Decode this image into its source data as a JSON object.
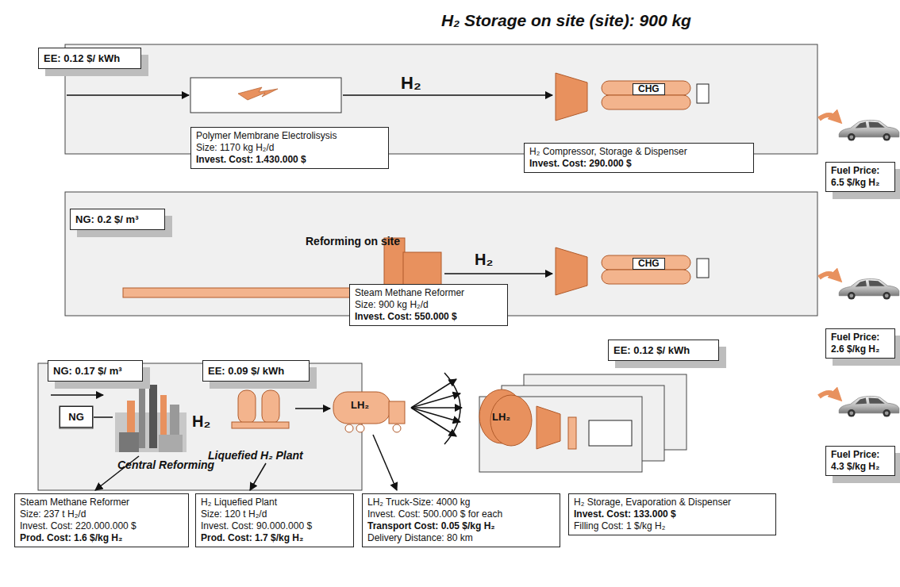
{
  "diagram": {
    "title": "H₂ Storage on site (site): 900 kg",
    "nodes": [
      {
        "text": [
          "EE: 0.12 $/ kWh"
        ]
      },
      {
        "text": [
          "Polymer Membrane Electrolisysis",
          "Size: 1170 kg H₂/d",
          "Invest. Cost: 1.430.000 $"
        ]
      },
      {
        "text": [
          "H₂ Compressor, Storage & Dispenser",
          "Invest. Cost: 290.000 $"
        ]
      },
      {
        "text": [
          "Fuel Price:",
          "6.5 $/kg H₂"
        ]
      },
      {
        "text": [
          "NG: 0.2 $/ m³"
        ]
      },
      {
        "text": [
          "Steam Methane Reformer",
          "Size: 900 kg H₂/d",
          "Invest. Cost: 550.000 $"
        ]
      },
      {
        "text": [
          "Fuel Price:",
          "2.6 $/kg H₂"
        ]
      },
      {
        "text": [
          "EE: 0.12 $/ kWh"
        ]
      },
      {
        "text": [
          "NG: 0.17 $/ m³"
        ]
      },
      {
        "text": [
          "EE: 0.09 $/ kWh"
        ]
      },
      {
        "text": [
          "NG"
        ]
      },
      {
        "text": [
          "Steam Methane Reformer",
          "Size: 237 t H₂/d",
          "Invest. Cost: 220.000.000 $",
          "Prod. Cost: 1.6 $/kg H₂"
        ]
      },
      {
        "text": [
          "H₂ Liquefied Plant",
          "Size: 120 t H₂/d",
          "Invest. Cost: 90.000.000 $",
          "Prod. Cost: 1.7 $/kg H₂"
        ]
      },
      {
        "text": [
          "LH₂ Truck-Size: 4000 kg",
          "Invest. Cost: 500.000 $ for each",
          "Transport Cost: 0.05 $/kg H₂",
          "Delivery Distance: 80 km"
        ]
      },
      {
        "text": [
          "H₂ Storage, Evaporation & Dispenser",
          "Invest. Cost: 133.000 $",
          "Filling Cost: 1 $/kg H₂"
        ]
      },
      {
        "text": [
          "Fuel Price:",
          "4.3 $/kg H₂"
        ]
      }
    ],
    "labels": [
      "H₂",
      "CHG",
      "Reforming on site",
      "H₂",
      "CHG",
      "Central Reforming",
      "H₂",
      "Liquefied H₂ Plant",
      "LH₂",
      "LH₂"
    ]
  }
}
